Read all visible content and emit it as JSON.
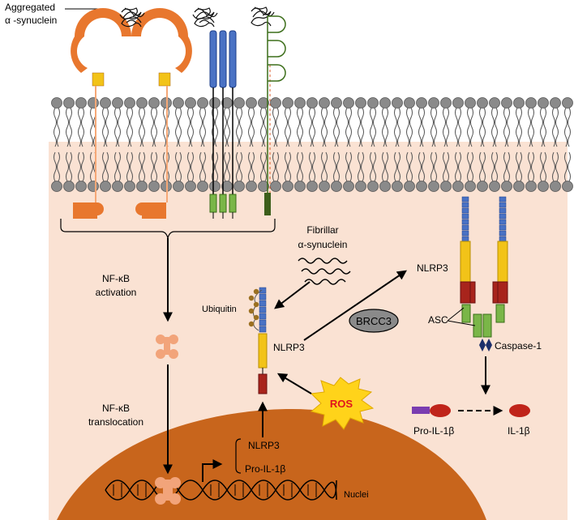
{
  "labels": {
    "aggregated_line1": "Aggregated",
    "aggregated_line2": "α -synuclein",
    "nfkb_activation_1": "NF-κB",
    "nfkb_activation_2": "activation",
    "nfkb_translocation_1": "NF-κB",
    "nfkb_translocation_2": "translocation",
    "fibrillar_1": "Fibrillar",
    "fibrillar_2": "α-synuclein",
    "ubiquitin": "Ubiquitin",
    "nlrp3_center": "NLRP3",
    "nlrp3_top": "NLRP3",
    "brcc3": "BRCC3",
    "asc": "ASC",
    "caspase1": "Caspase-1",
    "ros": "ROS",
    "pro_il1b": "Pro-IL-1β",
    "il1b": "IL-1β",
    "gene_nlrp3": "NLRP3",
    "gene_pro_il1b": "Pro-IL-1β",
    "nuclei": "Nuclei"
  },
  "colors": {
    "cytoplasm": "#fae2d3",
    "nucleus": "#c8651c",
    "tlr_orange": "#e8772e",
    "tlr_stripe": "#f5b98c",
    "receptor_blue": "#4a72c4",
    "receptor_green": "#7ab648",
    "nlrp3_yellow": "#f2c318",
    "nlrp3_red": "#a8241c",
    "ros_yellow": "#ffd31a",
    "ros_text": "#e0141e",
    "brcc3_gray": "#8a8a8a",
    "pro_il1b_purple": "#7a3db0",
    "il1b_red": "#c0241a",
    "nfkb_pink": "#f2a47a",
    "ubiquitin_brown": "#9b7020"
  }
}
